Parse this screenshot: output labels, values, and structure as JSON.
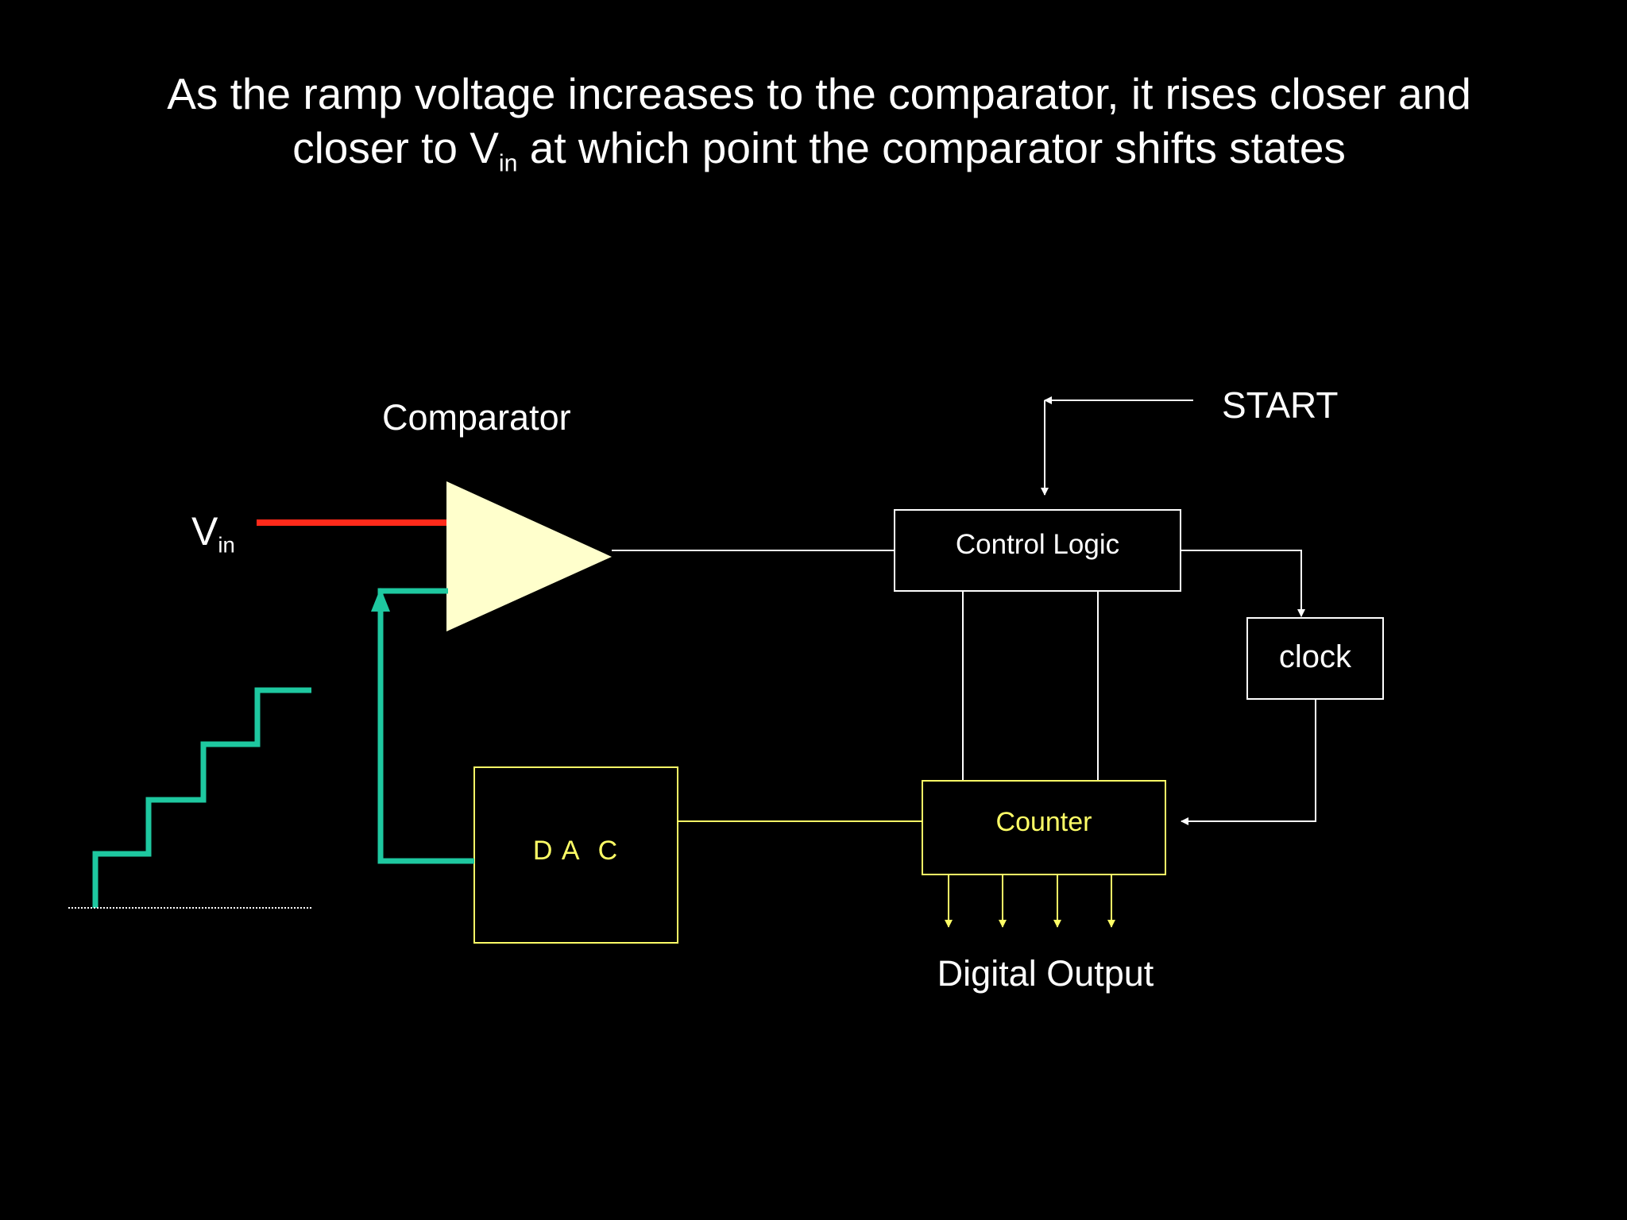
{
  "slide": {
    "title_line1": "As the ramp voltage increases to the comparator, it rises closer and",
    "title_line2_pre": "closer to V",
    "title_line2_sub": "in",
    "title_line2_post": " at which point the comparator shifts states"
  },
  "labels": {
    "comparator": "Comparator",
    "start": "START",
    "vin_main": "V",
    "vin_sub": "in",
    "control_logic": "Control Logic",
    "clock": "clock",
    "counter": "Counter",
    "dac": "D A  C",
    "digital_output": "Digital Output"
  },
  "colors": {
    "background": "#000000",
    "white_wire": "#ffffff",
    "yellow_wire": "#ffff66",
    "vin_line": "#ff2a1a",
    "ramp": "#1ec8a0",
    "comparator_fill": "#ffffcc"
  }
}
